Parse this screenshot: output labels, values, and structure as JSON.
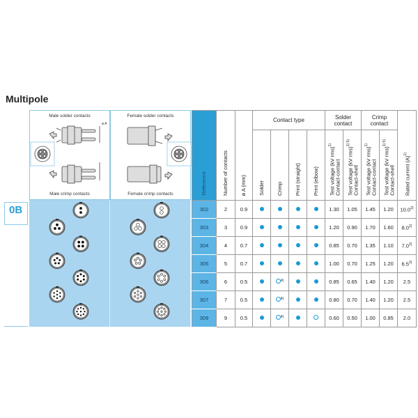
{
  "title": "Multipole",
  "series_badge": "0B",
  "drawings": {
    "male_solder": "Male solder contacts",
    "female_solder": "Female solder contacts",
    "male_crimp": "Male crimp contacts",
    "female_crimp": "Female crimp contacts",
    "dim_label": "ø A"
  },
  "headers": {
    "reference": "Reference",
    "contacts": "Number of contacts",
    "dia": "ø A (mm)",
    "contact_type": "Contact type",
    "solder": "Solder",
    "crimp": "Crimp",
    "print_straight": "Print (straight)",
    "print_elbow": "Print (elbow)",
    "solder_contact": "Solder contact",
    "crimp_contact": "Crimp contact",
    "tv_cc": "Test voltage (kV rms)",
    "tv_cc_sup": "1)",
    "tv_cc_sub": "Contact-contact",
    "tv_cs": "Test voltage (kV rms)",
    "tv_cs_sup": "1) 5)",
    "tv_cs_sub": "Contact-shell",
    "rated": "Rated current (A)",
    "rated_sup": "1)"
  },
  "colors": {
    "accent": "#2a9fd6",
    "dot": "#1a9ad6",
    "panel": "#a9d5f0"
  },
  "rows": [
    {
      "ref": "302",
      "n": "2",
      "dia": "0.9",
      "solder": "filled",
      "crimp": "filled",
      "crimp_note": "",
      "ps": "filled",
      "pe": "filled",
      "s_cc": "1.30",
      "s_cs": "1.05",
      "c_cc": "1.45",
      "c_cs": "1.20",
      "rated": "10.0",
      "rated_note": "2)"
    },
    {
      "ref": "303",
      "n": "3",
      "dia": "0.9",
      "solder": "filled",
      "crimp": "filled",
      "crimp_note": "",
      "ps": "filled",
      "pe": "filled",
      "s_cc": "1.20",
      "s_cs": "0.90",
      "c_cc": "1.70",
      "c_cs": "1.60",
      "rated": "8.0",
      "rated_note": "2)"
    },
    {
      "ref": "304",
      "n": "4",
      "dia": "0.7",
      "solder": "filled",
      "crimp": "filled",
      "crimp_note": "",
      "ps": "filled",
      "pe": "filled",
      "s_cc": "0.85",
      "s_cs": "0.70",
      "c_cc": "1.35",
      "c_cs": "1.10",
      "rated": "7.0",
      "rated_note": "2)"
    },
    {
      "ref": "305",
      "n": "5",
      "dia": "0.7",
      "solder": "filled",
      "crimp": "filled",
      "crimp_note": "",
      "ps": "filled",
      "pe": "filled",
      "s_cc": "1.00",
      "s_cs": "0.70",
      "c_cc": "1.25",
      "c_cs": "1.20",
      "rated": "6.5",
      "rated_note": "2)"
    },
    {
      "ref": "306",
      "n": "6",
      "dia": "0.5",
      "solder": "filled",
      "crimp": "open",
      "crimp_note": "4)",
      "ps": "filled",
      "pe": "filled",
      "s_cc": "0.85",
      "s_cs": "0.65",
      "c_cc": "1.40",
      "c_cs": "1.20",
      "rated": "2.5",
      "rated_note": ""
    },
    {
      "ref": "307",
      "n": "7",
      "dia": "0.5",
      "solder": "filled",
      "crimp": "open",
      "crimp_note": "4)",
      "ps": "filled",
      "pe": "filled",
      "s_cc": "0.80",
      "s_cs": "0.70",
      "c_cc": "1.40",
      "c_cs": "1.20",
      "rated": "2.5",
      "rated_note": ""
    },
    {
      "ref": "309",
      "n": "9",
      "dia": "0.5",
      "solder": "filled",
      "crimp": "open",
      "crimp_note": "4)",
      "ps": "filled",
      "pe": "open",
      "s_cc": "0.60",
      "s_cs": "0.50",
      "c_cc": "1.00",
      "c_cs": "0.85",
      "rated": "2.0",
      "rated_note": ""
    }
  ]
}
